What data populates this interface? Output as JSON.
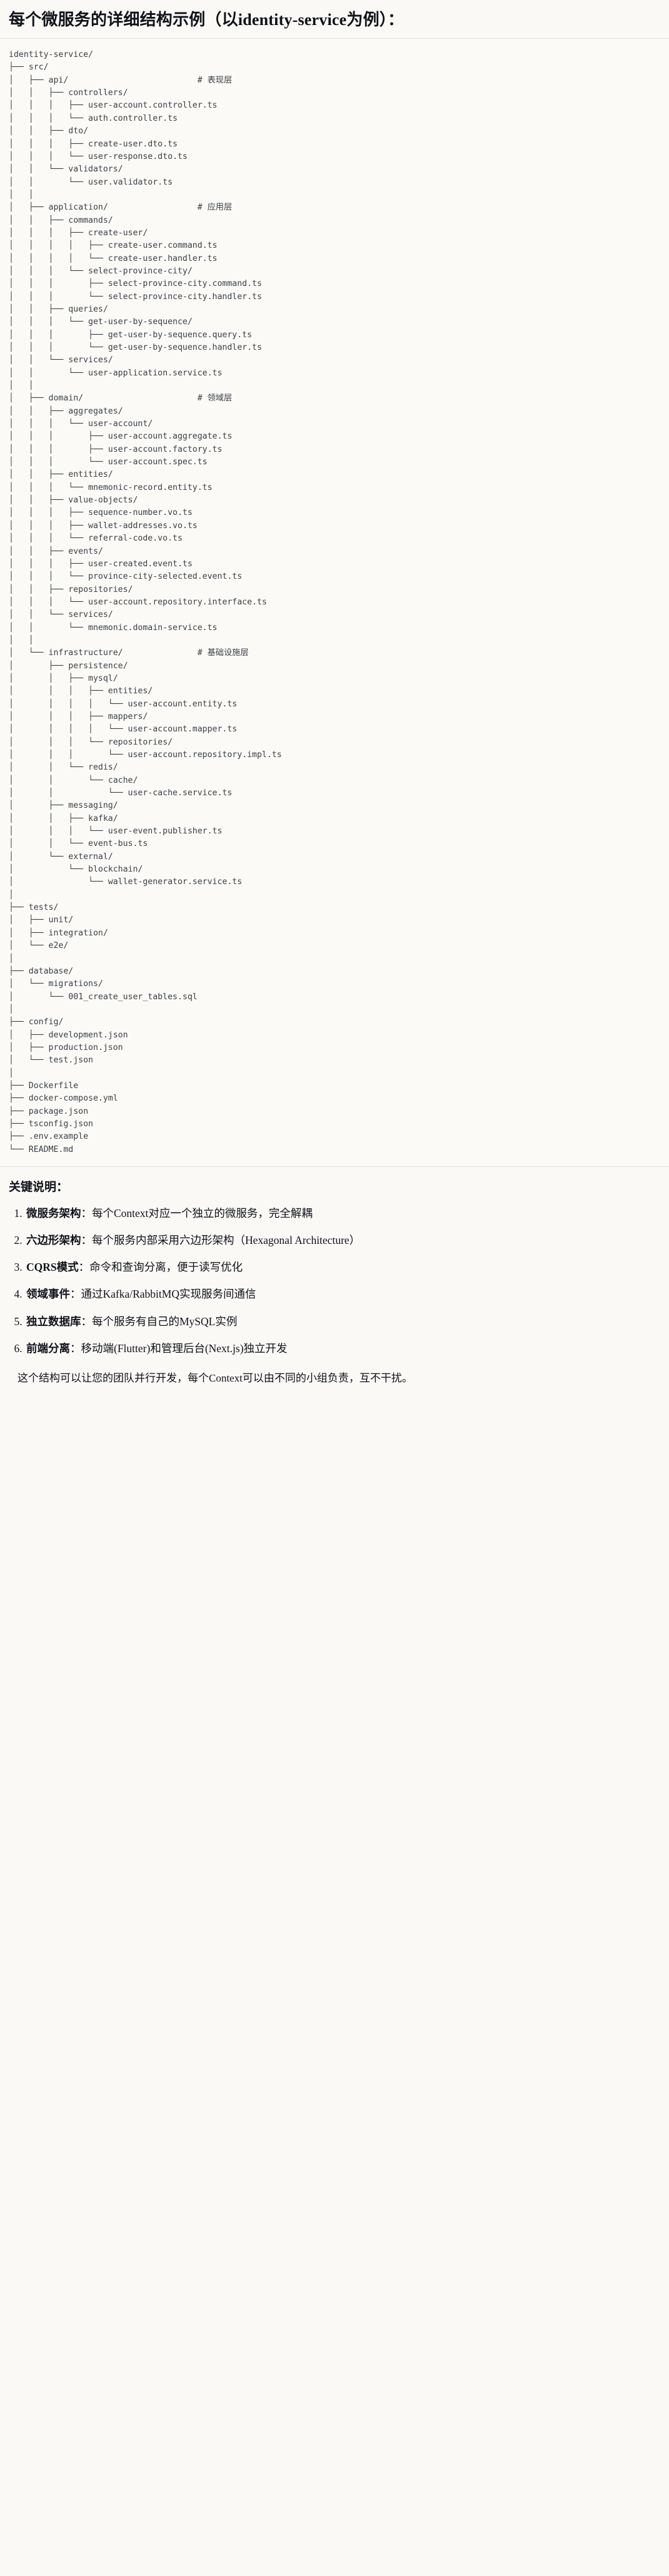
{
  "heading": "每个微服务的详细结构示例（以identity-service为例）：",
  "code_block": {
    "language": "text",
    "tree_text": "identity-service/\n├── src/\n│   ├── api/                          # 表现层\n│   │   ├── controllers/\n│   │   │   ├── user-account.controller.ts\n│   │   │   └── auth.controller.ts\n│   │   ├── dto/\n│   │   │   ├── create-user.dto.ts\n│   │   │   └── user-response.dto.ts\n│   │   └── validators/\n│   │       └── user.validator.ts\n│   │\n│   ├── application/                  # 应用层\n│   │   ├── commands/\n│   │   │   ├── create-user/\n│   │   │   │   ├── create-user.command.ts\n│   │   │   │   └── create-user.handler.ts\n│   │   │   └── select-province-city/\n│   │   │       ├── select-province-city.command.ts\n│   │   │       └── select-province-city.handler.ts\n│   │   ├── queries/\n│   │   │   └── get-user-by-sequence/\n│   │   │       ├── get-user-by-sequence.query.ts\n│   │   │       └── get-user-by-sequence.handler.ts\n│   │   └── services/\n│   │       └── user-application.service.ts\n│   │\n│   ├── domain/                       # 领域层\n│   │   ├── aggregates/\n│   │   │   └── user-account/\n│   │   │       ├── user-account.aggregate.ts\n│   │   │       ├── user-account.factory.ts\n│   │   │       └── user-account.spec.ts\n│   │   ├── entities/\n│   │   │   └── mnemonic-record.entity.ts\n│   │   ├── value-objects/\n│   │   │   ├── sequence-number.vo.ts\n│   │   │   ├── wallet-addresses.vo.ts\n│   │   │   └── referral-code.vo.ts\n│   │   ├── events/\n│   │   │   ├── user-created.event.ts\n│   │   │   └── province-city-selected.event.ts\n│   │   ├── repositories/\n│   │   │   └── user-account.repository.interface.ts\n│   │   └── services/\n│   │       └── mnemonic.domain-service.ts\n│   │\n│   └── infrastructure/               # 基础设施层\n│       ├── persistence/\n│       │   ├── mysql/\n│       │   │   ├── entities/\n│       │   │   │   └── user-account.entity.ts\n│       │   │   ├── mappers/\n│       │   │   │   └── user-account.mapper.ts\n│       │   │   └── repositories/\n│       │   │       └── user-account.repository.impl.ts\n│       │   └── redis/\n│       │       └── cache/\n│       │           └── user-cache.service.ts\n│       ├── messaging/\n│       │   ├── kafka/\n│       │   │   └── user-event.publisher.ts\n│       │   └── event-bus.ts\n│       └── external/\n│           └── blockchain/\n│               └── wallet-generator.service.ts\n│\n├── tests/\n│   ├── unit/\n│   ├── integration/\n│   └── e2e/\n│\n├── database/\n│   └── migrations/\n│       └── 001_create_user_tables.sql\n│\n├── config/\n│   ├── development.json\n│   ├── production.json\n│   └── test.json\n│\n├── Dockerfile\n├── docker-compose.yml\n├── package.json\n├── tsconfig.json\n├── .env.example\n└── README.md",
    "layer_comments": [
      {
        "target": "api/",
        "text": "# 表现层"
      },
      {
        "target": "application/",
        "text": "# 应用层"
      },
      {
        "target": "domain/",
        "text": "# 领域层"
      },
      {
        "target": "infrastructure/",
        "text": "# 基础设施层"
      }
    ],
    "root": "identity-service/"
  },
  "keys": {
    "title": "关键说明：",
    "items": [
      {
        "label": "微服务架构",
        "sep": "：",
        "text": "每个Context对应一个独立的微服务，完全解耦"
      },
      {
        "label": "六边形架构",
        "sep": "：",
        "text": "每个服务内部采用六边形架构（Hexagonal Architecture）"
      },
      {
        "label": "CQRS模式",
        "sep": "：",
        "text": "命令和查询分离，便于读写优化"
      },
      {
        "label": "领域事件",
        "sep": "：",
        "text": "通过Kafka/RabbitMQ实现服务间通信"
      },
      {
        "label": "独立数据库",
        "sep": "：",
        "text": "每个服务有自己的MySQL实例"
      },
      {
        "label": "前端分离",
        "sep": "：",
        "text": "移动端(Flutter)和管理后台(Next.js)独立开发"
      }
    ]
  },
  "closing": "这个结构可以让您的团队并行开发，每个Context可以由不同的小组负责，互不干扰。",
  "colors": {
    "page_bg": "#faf9f6",
    "code_bg": "#fbfaf7",
    "text": "#10121a",
    "code_text": "#3a4047",
    "rule": "#e6e3dc"
  }
}
